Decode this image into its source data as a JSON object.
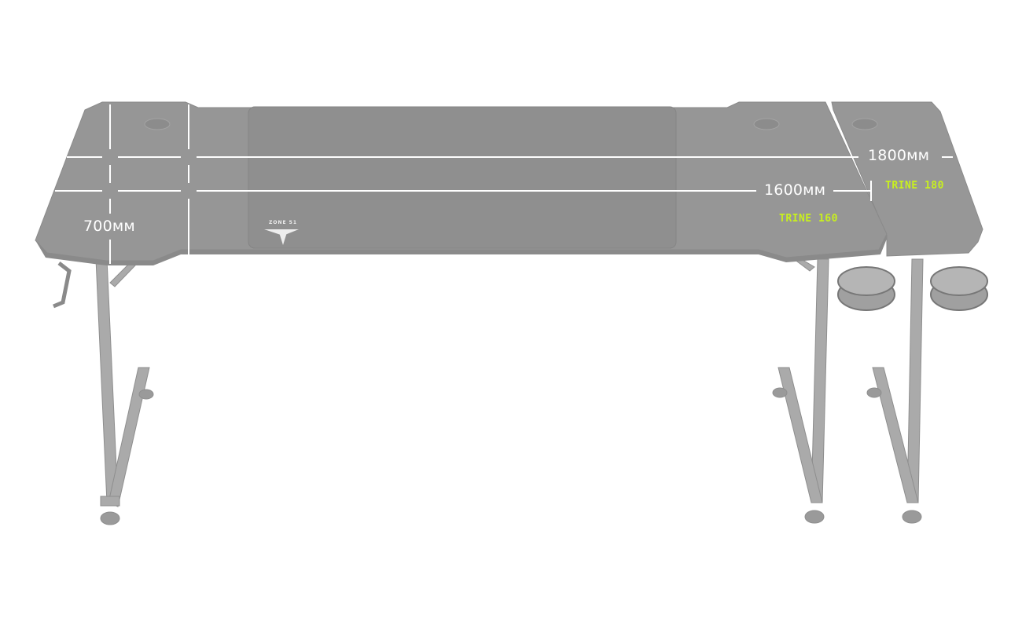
{
  "dimensions": {
    "width_large": "1800мм",
    "width_small": "1600мм",
    "depth": "700мм"
  },
  "brand_labels": {
    "model_large": "TRINE 180",
    "model_small": "TRINE 160"
  },
  "logo": {
    "text": "ZONE 51"
  },
  "colors": {
    "desktop": "#979797",
    "legs": "#a9a9a9",
    "accent": "#c8f01e",
    "dimension_lines": "#ffffff"
  }
}
